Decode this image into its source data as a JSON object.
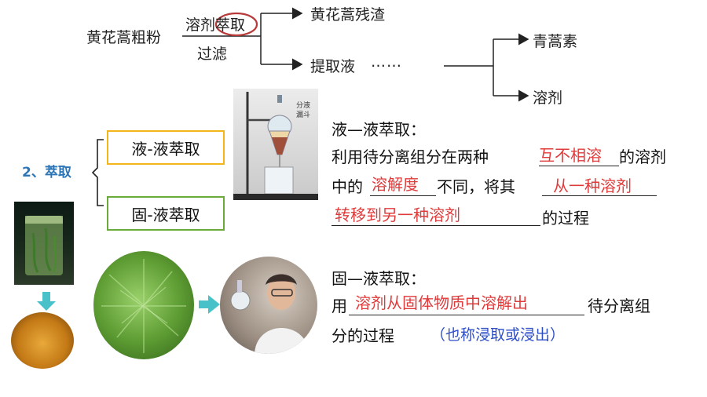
{
  "flowchart": {
    "source": "黄花蒿粗粉",
    "step_top": "溶剂萃取",
    "step_bottom": "过滤",
    "residue": "黄花蒿残渣",
    "extract": "提取液",
    "ellipsis": "……",
    "product": "青蒿素",
    "solvent": "溶剂"
  },
  "section": {
    "heading": "2、萃取",
    "heading_color": "#2e75b6",
    "types": [
      {
        "label": "液-液萃取",
        "border_color": "#f2b51a"
      },
      {
        "label": "固-液萃取",
        "border_color": "#6aaa3a"
      }
    ]
  },
  "apparatus": {
    "label_line1": "分液",
    "label_line2": "漏斗"
  },
  "liquid_liquid": {
    "title": "液—液萃取：",
    "line1_pre": "利用待分离组分在两种",
    "blank1": "互不相溶",
    "line1_post": "的溶剂",
    "line2_pre": "中的",
    "blank2": "溶解度",
    "line2_mid": "不同，将其",
    "blank3": "从一种溶剂",
    "line3_blank": "转移到另一种溶剂",
    "line3_post": "的过程"
  },
  "solid_liquid": {
    "title": "固—液萃取：",
    "line1_pre": "用",
    "blank1": "溶剂从固体物质中溶解出",
    "line1_post": "待分离组",
    "line2": "分的过程",
    "note": "（也称浸取或浸出）",
    "note_color": "#2f4fc7"
  },
  "colors": {
    "answer_red": "#e03b3b",
    "circle_red": "#b83a3a",
    "arrow_teal": "#48c2c8"
  }
}
